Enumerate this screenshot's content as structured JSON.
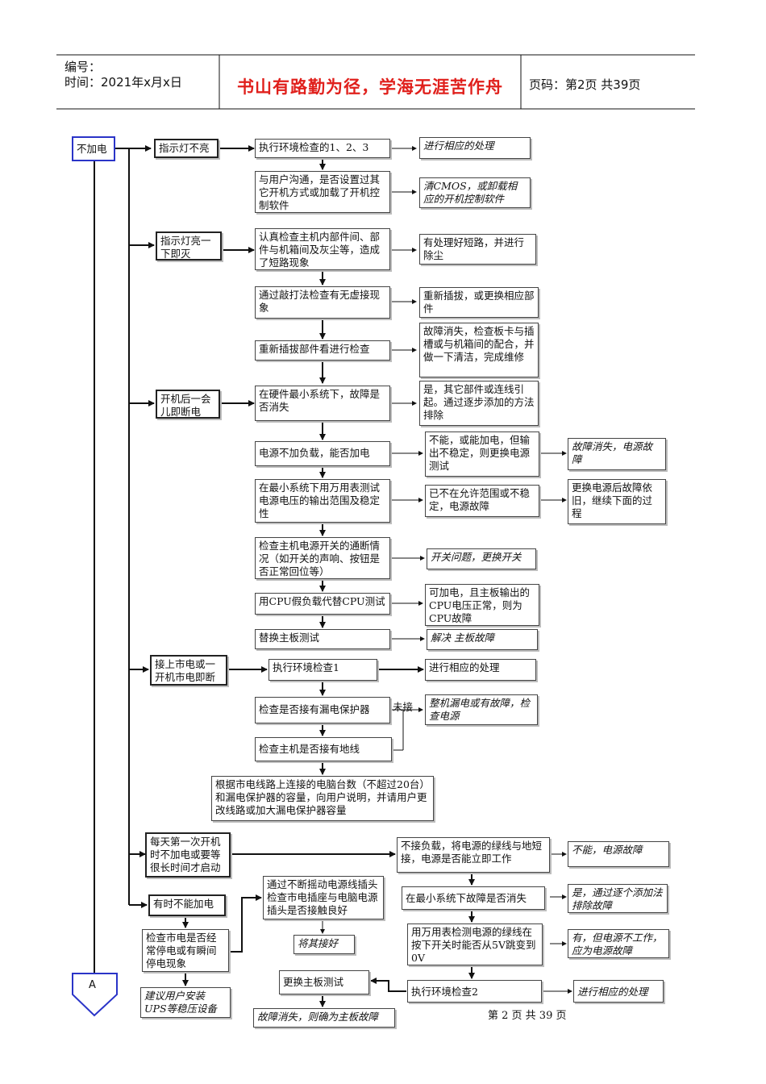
{
  "header": {
    "number_label": "编号：",
    "time_label": "时间：2021年x月x日",
    "motto": "书山有路勤为径，学海无涯苦作舟",
    "page_label": "页码：第2页  共39页"
  },
  "boxes": {
    "b_root": "不加电",
    "b_ind_off": "指示灯不亮",
    "b_env123": "执行环境检查的1、2、3",
    "b_env123_r": "进行相应的处理",
    "b_user": "与用户沟通，是否设置过其它开机方式或加载了开机控制软件",
    "b_user_r": "清CMOS，或卸载相应的开机控制软件",
    "b_ind_flash": "指示灯亮一下即灭",
    "b_short": "认真检查主机内部件间、部件与机箱间及灰尘等，造成了短路现象",
    "b_short_r": "有处理好短路，并进行除尘",
    "b_knock": "通过敲打法检查有无虚接现象",
    "b_knock_r": "重新插拔，或更换相应部件",
    "b_replug": "重新插拔部件看进行检查",
    "b_replug_r": "故障消失，检查板卡与插槽或与机箱间的配合，并做一下清洁，完成维修",
    "b_boot_off": "开机后一会儿即断电",
    "b_minsys": "在硬件最小系统下，故障是否消失",
    "b_minsys_r": "是，其它部件或连线引起。通过逐步添加的方法排除",
    "b_noload": "电源不加负载，能否加电",
    "b_noload_r": "不能，或能加电，但输出不稳定，则更换电源测试",
    "b_noload_rr": "故障消失，电源故障",
    "b_meter": "在最小系统下用万用表测试电源电压的输出范围及稳定性",
    "b_meter_r": "已不在允许范围或不稳定，电源故障",
    "b_meter_rr": "更换电源后故障依旧，继续下面的过程",
    "b_switch": "检查主机电源开关的通断情况（如开关的声响、按钮是否正常回位等）",
    "b_switch_r": "开关问题，更换开关",
    "b_fakecpu": "用CPU假负载代替CPU测试",
    "b_fakecpu_r": "可加电，且主板输出的CPU电压正常，则为CPU故障",
    "b_mb": "替换主板测试",
    "b_mb_r": "解决 主板故障",
    "b_mains": "接上市电或一开机市电即断",
    "b_env1": "执行环境检查1",
    "b_env1_r": "进行相应的处理",
    "b_leak": "检查是否接有漏电保护器",
    "b_leak_lbl": "未接",
    "b_leak_r": "整机漏电或有故障，检查电源",
    "b_ground": "检查主机是否接有地线",
    "b_count": "根据市电线路上连接的电脑台数（不超过20台）和漏电保护器的容量，向用户说明，并请用户更改线路或加大漏电保护器容量",
    "b_morning": "每天第一次开机时不加电或要等很长时间才启动",
    "b_gnd_short": "不接负载，将电源的绿线与地短接，电源是否能立即工作",
    "b_gnd_short_r": "不能，电源故障",
    "b_sometimes": "有时不能加电",
    "b_shake": "通过不断摇动电源线插头检查市电插座与电脑电源插头是否接触良好",
    "b_shake_r": "将其接好",
    "b_minsys2": "在最小系统下故障是否消失",
    "b_minsys2_r": "是，通过逐个添加法排除故障",
    "b_outage": "检查市电是否经常停电或有瞬间停电现象",
    "b_ups": "建议用户安装UPS等稳压设备",
    "b_5v": "用万用表检测电源的绿线在按下开关时能否从5V跳变到0V",
    "b_5v_r": "有，但电源不工作，应为电源故障",
    "b_mb2": "更换主板测试",
    "b_env2": "执行环境检查2",
    "b_env2_r": "进行相应的处理",
    "b_mb2_r": "故障消失，则确为主板故障",
    "connector": "A"
  },
  "footer": "第 2 页 共 39 页"
}
